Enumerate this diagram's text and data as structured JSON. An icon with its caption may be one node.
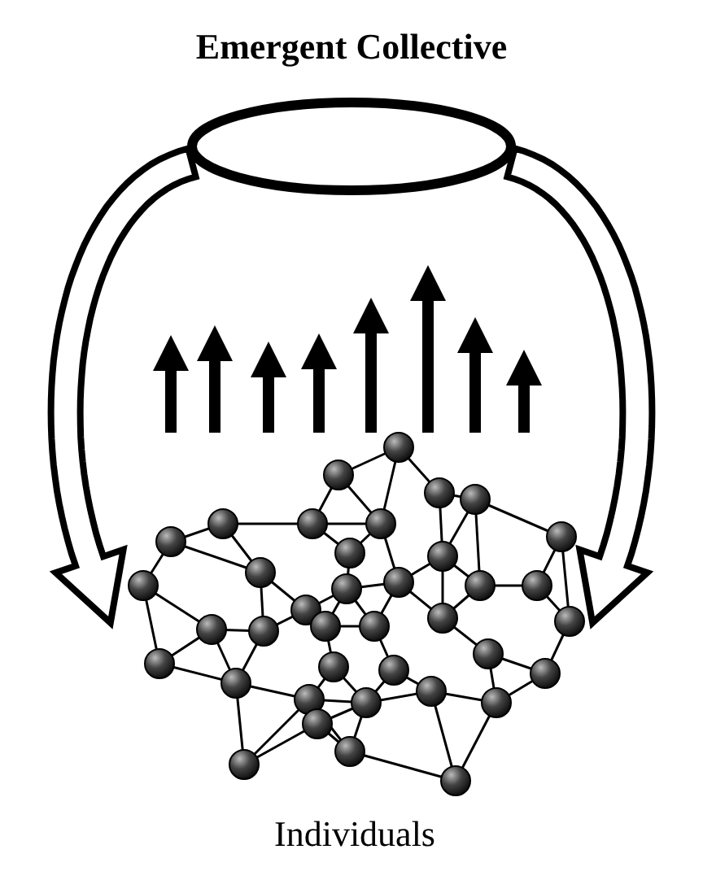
{
  "diagram": {
    "title": "Emergent Collective",
    "nodes": [
      {
        "text": [],
        "shape": "ellipse"
      },
      {
        "text": [
          "Individuals"
        ]
      }
    ],
    "edges": [
      {
        "from": 0,
        "to": 1,
        "arrow": "to"
      },
      {
        "from": 0,
        "to": 1,
        "arrow": "to"
      },
      {
        "from": 1,
        "to": null,
        "arrow": "to"
      },
      {
        "from": 1,
        "to": null,
        "arrow": "to"
      },
      {
        "from": 1,
        "to": null,
        "arrow": "to"
      },
      {
        "from": 1,
        "to": null,
        "arrow": "to"
      },
      {
        "from": 1,
        "to": null,
        "arrow": "to"
      },
      {
        "from": 1,
        "to": null,
        "arrow": "to"
      },
      {
        "from": 1,
        "to": null,
        "arrow": "to"
      },
      {
        "from": 1,
        "to": null,
        "arrow": "to"
      }
    ]
  }
}
